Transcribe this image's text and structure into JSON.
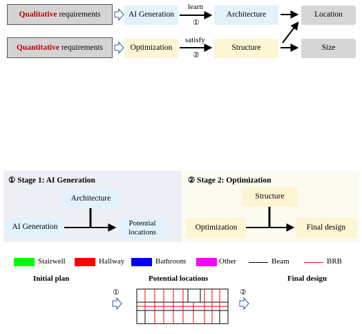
{
  "top": {
    "qualitative": {
      "em": "Qualitative",
      "rest": "requirements"
    },
    "quantitative": {
      "em": "Quantitative",
      "rest": "requirements"
    },
    "ai_generation": "AI Generation",
    "optimization": "Optimization",
    "learn": "learn",
    "learn_num": "①",
    "satisfy": "satisfy",
    "satisfy_num": "②",
    "architecture": "Architecture",
    "structure": "Structure",
    "location": "Location",
    "size": "Size"
  },
  "stage1": {
    "title": "① Stage 1: AI Generation",
    "architecture": "Architecture",
    "ai_generation": "AI Generation",
    "potential_locations": "Potential locations"
  },
  "stage2": {
    "title": "② Stage 2: Optimization",
    "structure": "Structure",
    "optimization": "Optimization",
    "final_design": "Final design"
  },
  "legend": [
    {
      "label": "Stairwell",
      "color": "#00ff00",
      "kind": "swatch"
    },
    {
      "label": "Hallway",
      "color": "#ff0000",
      "kind": "swatch"
    },
    {
      "label": "Bathroom",
      "color": "#0000ff",
      "kind": "swatch"
    },
    {
      "label": "Other",
      "color": "#ff00ff",
      "kind": "swatch"
    },
    {
      "label": "Beam",
      "color": "#000000",
      "kind": "line"
    },
    {
      "label": "BRB",
      "color": "#ff0000",
      "kind": "line"
    }
  ],
  "bottom": {
    "initial_plan": "Initial plan",
    "potential_locations": "Potential locations",
    "final_design": "Final design",
    "step1": "①",
    "step2": "②"
  }
}
